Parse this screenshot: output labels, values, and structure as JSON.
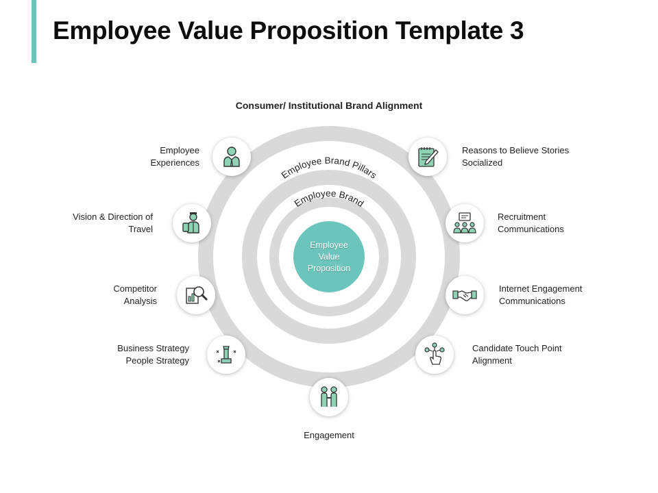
{
  "title": "Employee Value Proposition Template 3",
  "colors": {
    "accent": "#6cc5bd",
    "ring": "#d9d9d9",
    "icon_fill": "#8fd3b6",
    "icon_stroke": "#333333"
  },
  "diagram": {
    "top_label": "Consumer/ Institutional Brand Alignment",
    "outer_ring_label": "Employee Brand Pillars",
    "inner_ring_label": "Employee Brand",
    "center_lines": [
      "Employee",
      "Value",
      "Proposition"
    ]
  },
  "items": [
    {
      "icon": "employee-person-icon",
      "lines": [
        "Employee",
        "Experiences"
      ]
    },
    {
      "icon": "traveler-icon",
      "lines": [
        "Vision & Direction of",
        "Travel"
      ]
    },
    {
      "icon": "analysis-magnifier-icon",
      "lines": [
        "Competitor",
        "Analysis"
      ]
    },
    {
      "icon": "strategy-chess-icon",
      "lines": [
        "Business Strategy",
        "People Strategy"
      ]
    },
    {
      "icon": "handshake-people-icon",
      "lines": [
        "Engagement"
      ]
    },
    {
      "icon": "touch-point-icon",
      "lines": [
        "Candidate Touch Point",
        "Alignment"
      ]
    },
    {
      "icon": "handshake-icon",
      "lines": [
        "Internet Engagement",
        "Communications"
      ]
    },
    {
      "icon": "recruitment-icon",
      "lines": [
        "Recruitment",
        "Communications"
      ]
    },
    {
      "icon": "notepad-pencil-icon",
      "lines": [
        "Reasons to Believe Stories",
        "Socialized"
      ]
    }
  ]
}
